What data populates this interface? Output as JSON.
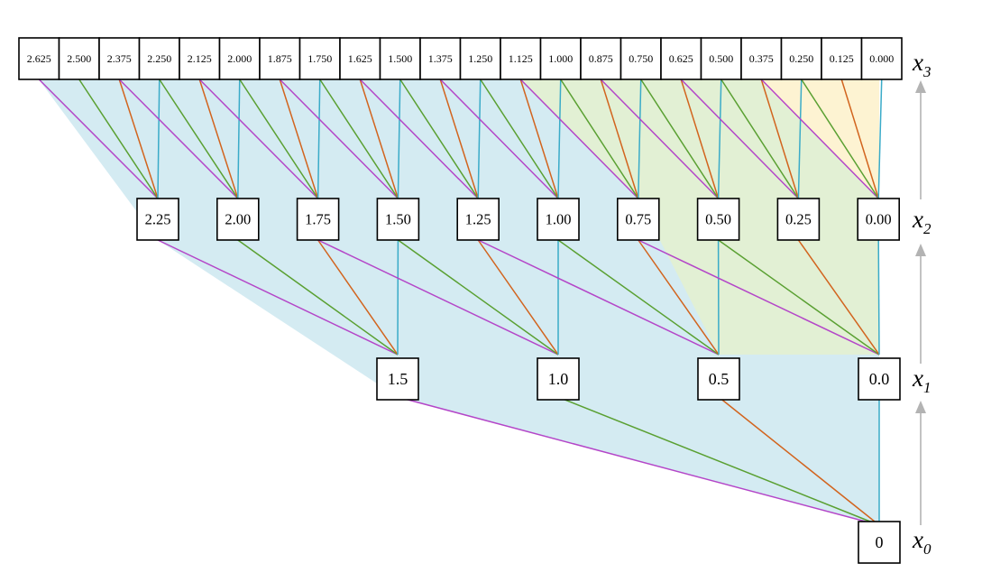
{
  "colors": {
    "region_blue": "#d4ebf2",
    "region_green": "#e2f0d4",
    "region_yellow": "#fdf3d2",
    "edge_purple": "#b446c8",
    "edge_green": "#5aa032",
    "edge_orange": "#d2641e",
    "edge_cyan": "#3aabc8",
    "arrow_gray": "#b3b3b3"
  },
  "levels": [
    {
      "key": "x3",
      "label_base": "x",
      "label_sub": "3",
      "values": [
        "2.625",
        "2.500",
        "2.375",
        "2.250",
        "2.125",
        "2.000",
        "1.875",
        "1.750",
        "1.625",
        "1.500",
        "1.375",
        "1.250",
        "1.125",
        "1.000",
        "0.875",
        "0.750",
        "0.625",
        "0.500",
        "0.375",
        "0.250",
        "0.125",
        "0.000"
      ]
    },
    {
      "key": "x2",
      "label_base": "x",
      "label_sub": "2",
      "values": [
        "2.25",
        "2.00",
        "1.75",
        "1.50",
        "1.25",
        "1.00",
        "0.75",
        "0.50",
        "0.25",
        "0.00"
      ]
    },
    {
      "key": "x1",
      "label_base": "x",
      "label_sub": "1",
      "values": [
        "1.5",
        "1.0",
        "0.5",
        "0.0"
      ]
    },
    {
      "key": "x0",
      "label_base": "x",
      "label_sub": "0",
      "values": [
        "0"
      ]
    }
  ]
}
